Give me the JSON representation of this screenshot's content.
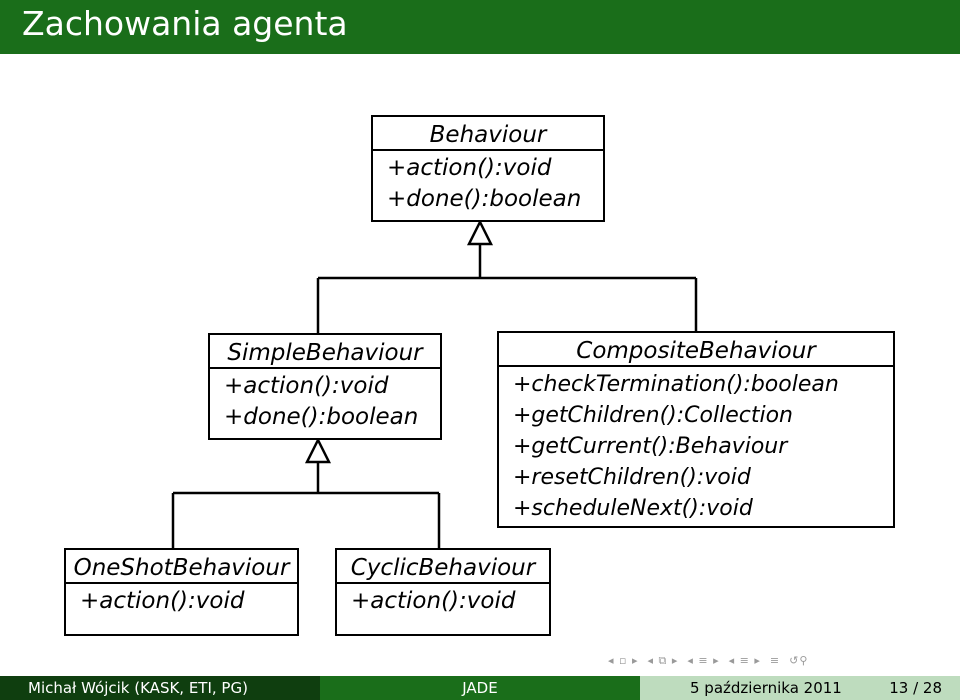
{
  "slide": {
    "title": "Zachowania agenta"
  },
  "diagram": {
    "classes": {
      "behaviour": {
        "name": "Behaviour",
        "members": [
          "+action():void",
          "+done():boolean"
        ]
      },
      "simple": {
        "name": "SimpleBehaviour",
        "members": [
          "+action():void",
          "+done():boolean"
        ]
      },
      "composite": {
        "name": "CompositeBehaviour",
        "members": [
          "+checkTermination():boolean",
          "+getChildren():Collection",
          "+getCurrent():Behaviour",
          "+resetChildren():void",
          "+scheduleNext():void"
        ]
      },
      "oneshot": {
        "name": "OneShotBehaviour",
        "members": [
          "+action():void"
        ]
      },
      "cyclic": {
        "name": "CyclicBehaviour",
        "members": [
          "+action():void"
        ]
      }
    }
  },
  "footer": {
    "author": "Michał Wójcik (KASK, ETI, PG)",
    "topic": "JADE",
    "date": "5 października 2011",
    "page": "13 / 28"
  },
  "colors": {
    "header": "#1a6e1a",
    "footer_dark": "#0f3e0f",
    "footer_mid": "#1a6e1a",
    "footer_light": "#bedcbe"
  },
  "icons": {
    "nav": [
      "nav-frame-prev-icon",
      "nav-frame-next-icon",
      "nav-subsection-icon",
      "nav-section-icon",
      "nav-align-icon",
      "nav-search-icon"
    ]
  }
}
